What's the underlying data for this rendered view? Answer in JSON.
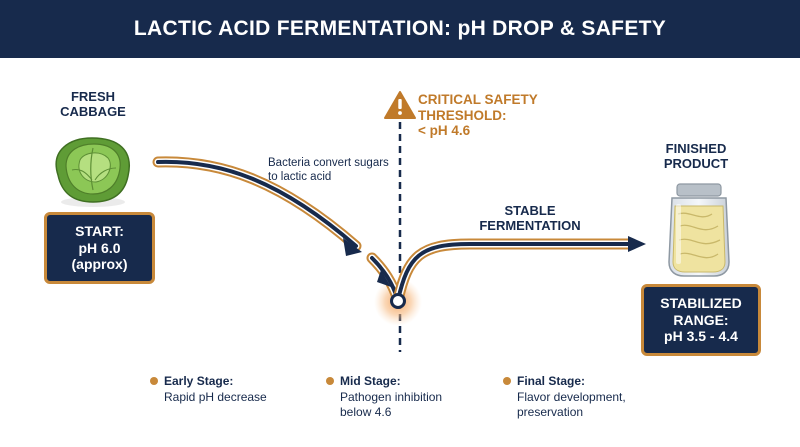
{
  "title": "LACTIC ACID FERMENTATION: pH DROP & SAFETY",
  "fresh_label": [
    "FRESH",
    "CABBAGE"
  ],
  "start_box": [
    "START:",
    "pH 6.0",
    "(approx)"
  ],
  "bacteria_note": "Bacteria convert sugars to lactic acid",
  "threshold": {
    "icon": "warning-icon",
    "lines": [
      "CRITICAL SAFETY",
      "THRESHOLD:",
      "< pH 4.6"
    ]
  },
  "stable_label": [
    "STABLE",
    "FERMENTATION"
  ],
  "finished_label": [
    "FINISHED",
    "PRODUCT"
  ],
  "stabilized_box": [
    "STABILIZED",
    "RANGE:",
    "pH 3.5 - 4.4"
  ],
  "stages": [
    {
      "title": "Early Stage:",
      "desc": [
        "Rapid pH decrease"
      ]
    },
    {
      "title": "Mid Stage:",
      "desc": [
        "Pathogen inhibition",
        "below 4.6"
      ]
    },
    {
      "title": "Final Stage:",
      "desc": [
        "Flavor development,",
        "preservation"
      ]
    }
  ],
  "colors": {
    "navy": "#172a4c",
    "gold": "#c8893a",
    "warning": "#c07a2a",
    "cabbage": "#7ab648",
    "sauerkraut": "#efe3a0"
  }
}
